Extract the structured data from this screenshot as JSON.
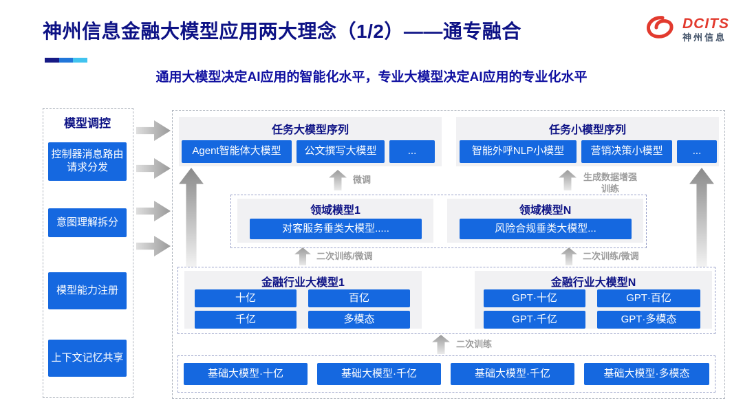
{
  "header": {
    "title": "神州信息金融大模型应用两大理念（1/2）——通专融合",
    "subtitle": "通用大模型决定AI应用的智能化水平，专业大模型决定AI应用的专业化水平"
  },
  "logo": {
    "brand": "DCITS",
    "company": "神州信息",
    "icon": "red-swirl-logo"
  },
  "colors": {
    "accent_blue": "#1568e0",
    "navy_text": "#0d1285",
    "subtitle_navy": "#0f0fa0",
    "logo_red": "#e23a2e",
    "label_gray": "#9b9b9b",
    "panel_gray": "#f1f1f3",
    "deco_bar": [
      "#171a85",
      "#2176d9",
      "#41c3ef"
    ]
  },
  "sidebar": {
    "title": "模型调控",
    "items": [
      {
        "label": "控制器消息路由请求分发"
      },
      {
        "label": "意图理解拆分"
      },
      {
        "label": "模型能力注册"
      },
      {
        "label": "上下文记忆共享"
      }
    ]
  },
  "diagram": {
    "task_large_models": {
      "title": "任务大模型序列",
      "items": [
        "Agent智能体大模型",
        "公文撰写大模型",
        "..."
      ]
    },
    "task_small_models": {
      "title": "任务小模型序列",
      "items": [
        "智能外呼NLP小模型",
        "营销决策小模型",
        "..."
      ]
    },
    "flow_labels": {
      "finetune": "微调",
      "generate_augment": "生成数据增强训练",
      "retrain_finetune_left": "二次训练/微调",
      "retrain_finetune_right": "二次训练/微调",
      "retrain": "二次训练"
    },
    "domain_models": {
      "left": {
        "title": "领域模型1",
        "model": "对客服务垂类大模型....."
      },
      "right": {
        "title": "领域模型N",
        "model": "风险合规垂类大模型..."
      }
    },
    "industry_models": {
      "left": {
        "title": "金融行业大模型1",
        "items": [
          "十亿",
          "百亿",
          "千亿",
          "多模态"
        ]
      },
      "right": {
        "title": "金融行业大模型N",
        "items": [
          "GPT·十亿",
          "GPT·百亿",
          "GPT·千亿",
          "GPT·多模态"
        ]
      }
    },
    "base_models": {
      "items": [
        "基础大模型·十亿",
        "基础大模型·千亿",
        "基础大模型·千亿",
        "基础大模型·多模态"
      ]
    }
  }
}
